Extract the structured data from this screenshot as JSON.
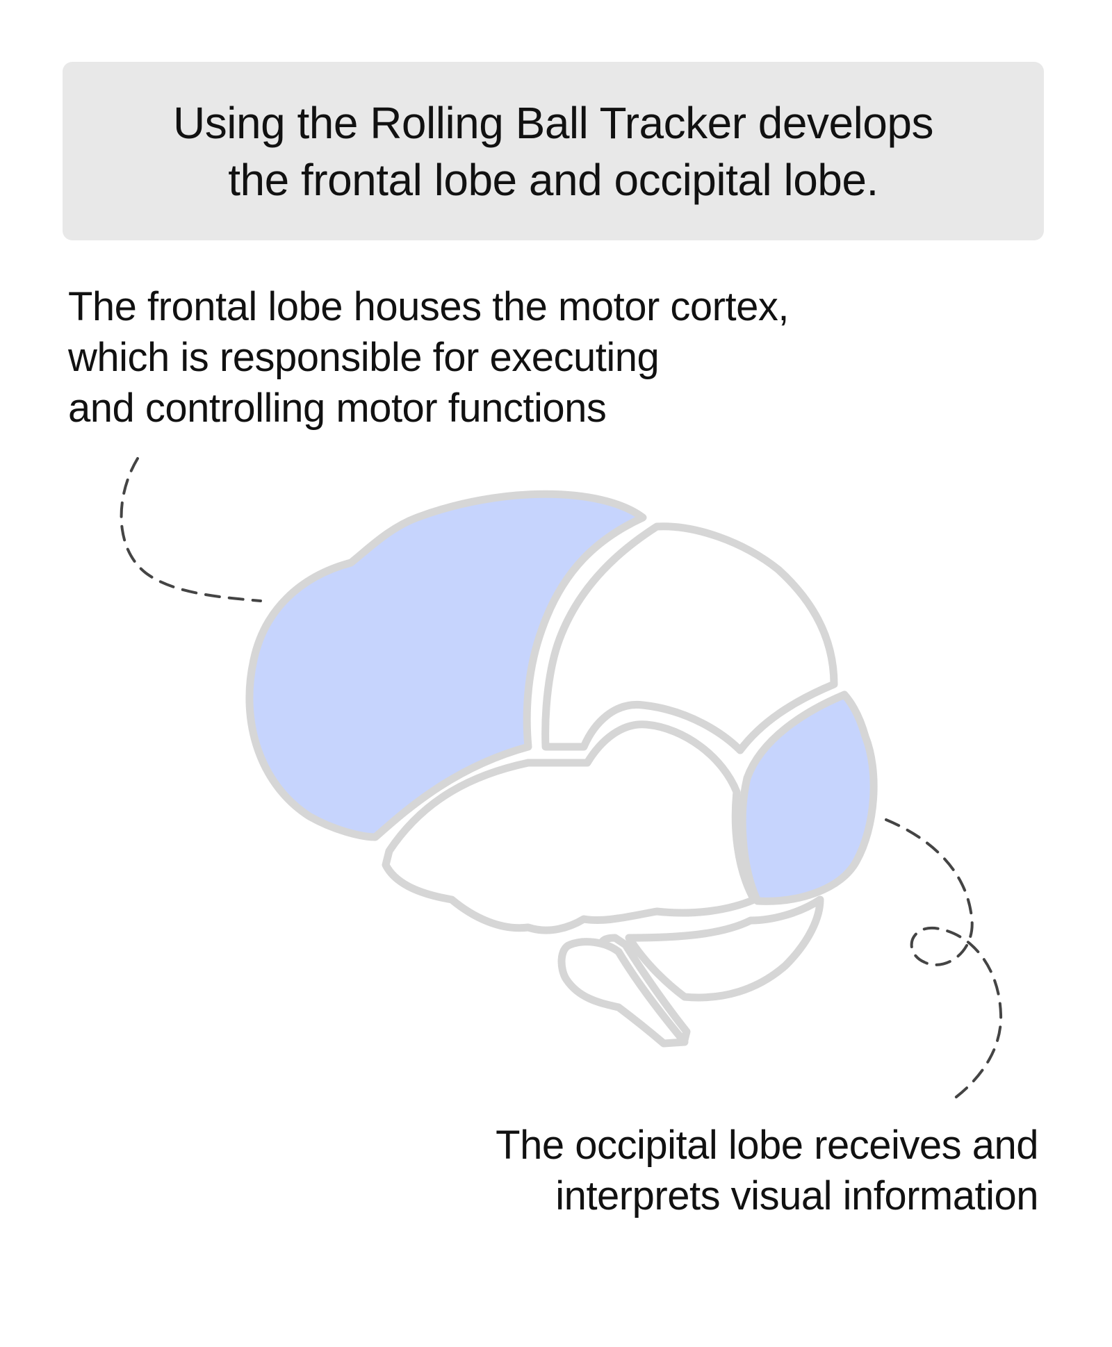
{
  "title": {
    "line1": "Using the Rolling Ball Tracker develops",
    "line2": "the frontal lobe and occipital lobe."
  },
  "frontal_callout": {
    "line1": "The frontal lobe houses the motor cortex,",
    "line2": "which is responsible for executing",
    "line3": "and controlling motor functions"
  },
  "occipital_callout": {
    "line1": "The occipital lobe receives and",
    "line2": "interprets visual information"
  },
  "colors": {
    "title_box": "#e8e8e8",
    "highlight_fill": "#c6d4fd",
    "outline": "#d6d6d6",
    "dash": "#444444",
    "text": "#111111"
  }
}
